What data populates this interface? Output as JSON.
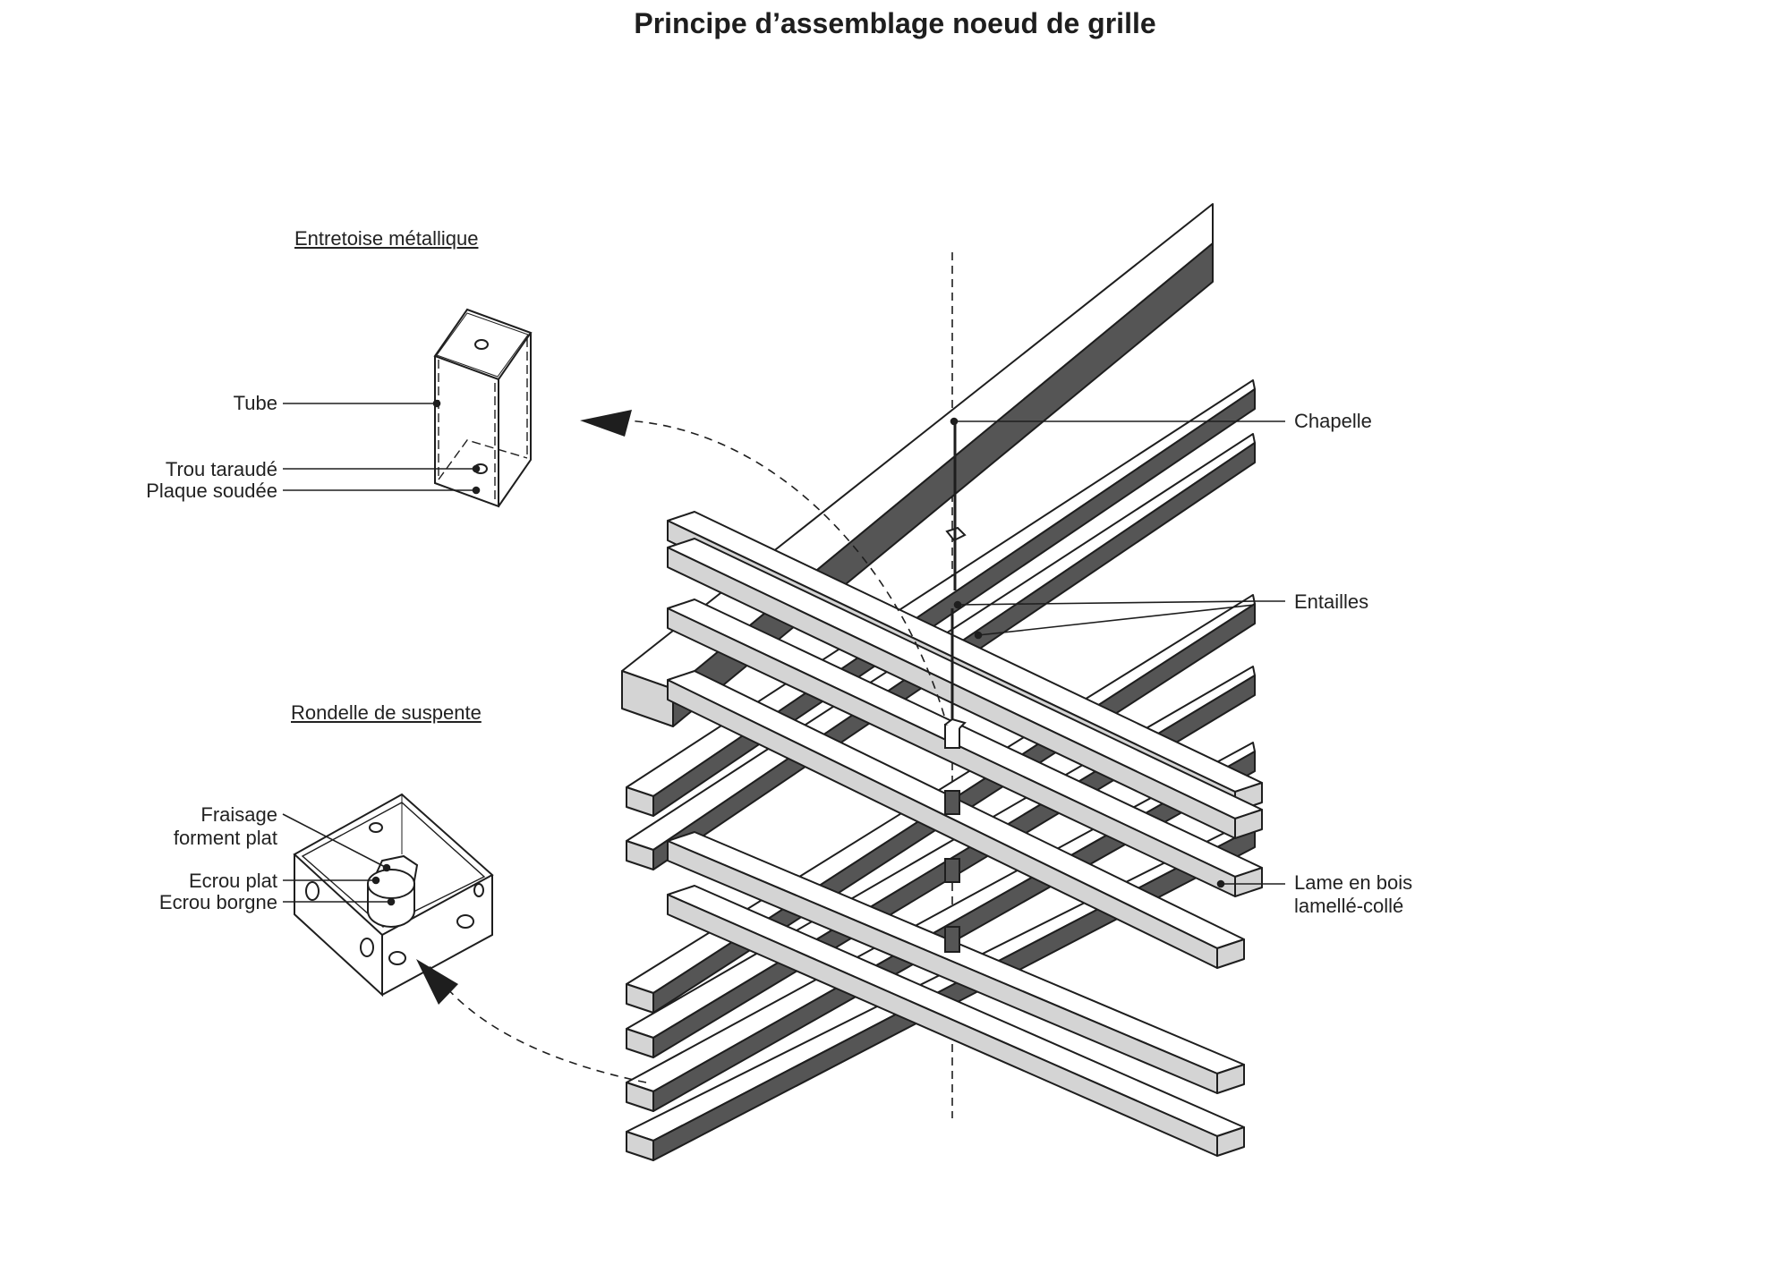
{
  "title": "Principe d’assemblage noeud de grille",
  "detail_titles": {
    "spacer": "Entretoise métallique",
    "washer": "Rondelle de suspente"
  },
  "spacer_callouts": {
    "tube": "Tube",
    "tapped_hole": "Trou taraudé",
    "welded_plate": "Plaque soudée"
  },
  "washer_callouts": {
    "countersink_line1": "Fraisage",
    "countersink_line2": "forment plat",
    "flat_nut": "Ecrou plat",
    "cap_nut": "Ecrou borgne"
  },
  "assembly_callouts": {
    "chapelle": "Chapelle",
    "notches": "Entailles",
    "blade_line1": "Lame en bois",
    "blade_line2": "lamellé-collé"
  },
  "colors": {
    "ink": "#1e1e1e",
    "dark_face": "#555555",
    "light_face": "#d4d4d4",
    "top_face": "#ffffff"
  }
}
